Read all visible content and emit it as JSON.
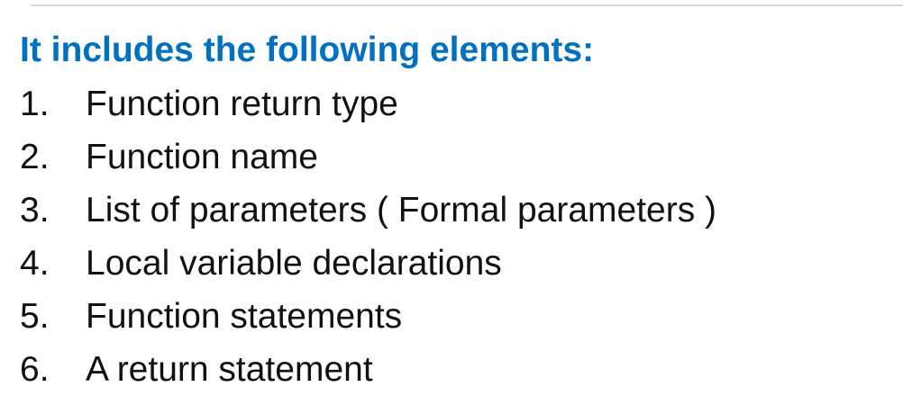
{
  "slide": {
    "heading": "It includes the following elements:",
    "items": [
      {
        "number": "1.",
        "text": "Function return type"
      },
      {
        "number": "2.",
        "text": "Function name"
      },
      {
        "number": "3.",
        "text": "List of parameters ( Formal parameters )"
      },
      {
        "number": "4.",
        "text": "Local variable declarations"
      },
      {
        "number": "5.",
        "text": "Function statements"
      },
      {
        "number": "6.",
        "text": "A return statement"
      }
    ]
  },
  "colors": {
    "heading": "#0070c0",
    "body_text": "#111111",
    "rule": "#d9d9d9",
    "background": "#ffffff"
  }
}
